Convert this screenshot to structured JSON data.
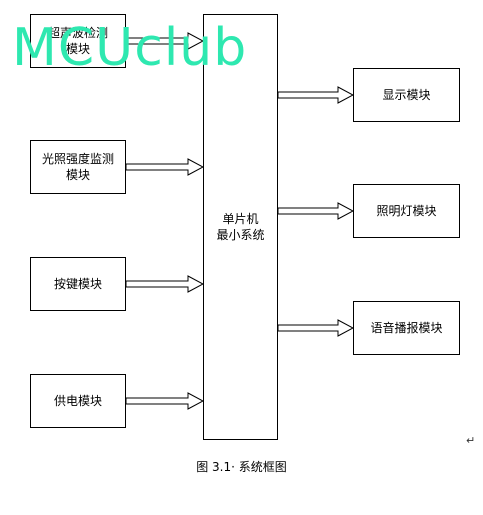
{
  "watermark": "MCUclub",
  "boxes": {
    "ultrasonic": {
      "line1": "超声波检测",
      "line2": "模块"
    },
    "light_sensor": {
      "line1": "光照强度监测",
      "line2": "模块"
    },
    "keys": {
      "line1": "按键模块"
    },
    "power": {
      "line1": "供电模块"
    },
    "mcu": {
      "line1": "单片机",
      "line2": "最小系统"
    },
    "display": {
      "line1": "显示模块"
    },
    "lighting": {
      "line1": "照明灯模块"
    },
    "voice": {
      "line1": "语音播报模块"
    }
  },
  "caption": "图 3.1· 系统框图",
  "paragraph_mark": "↵"
}
